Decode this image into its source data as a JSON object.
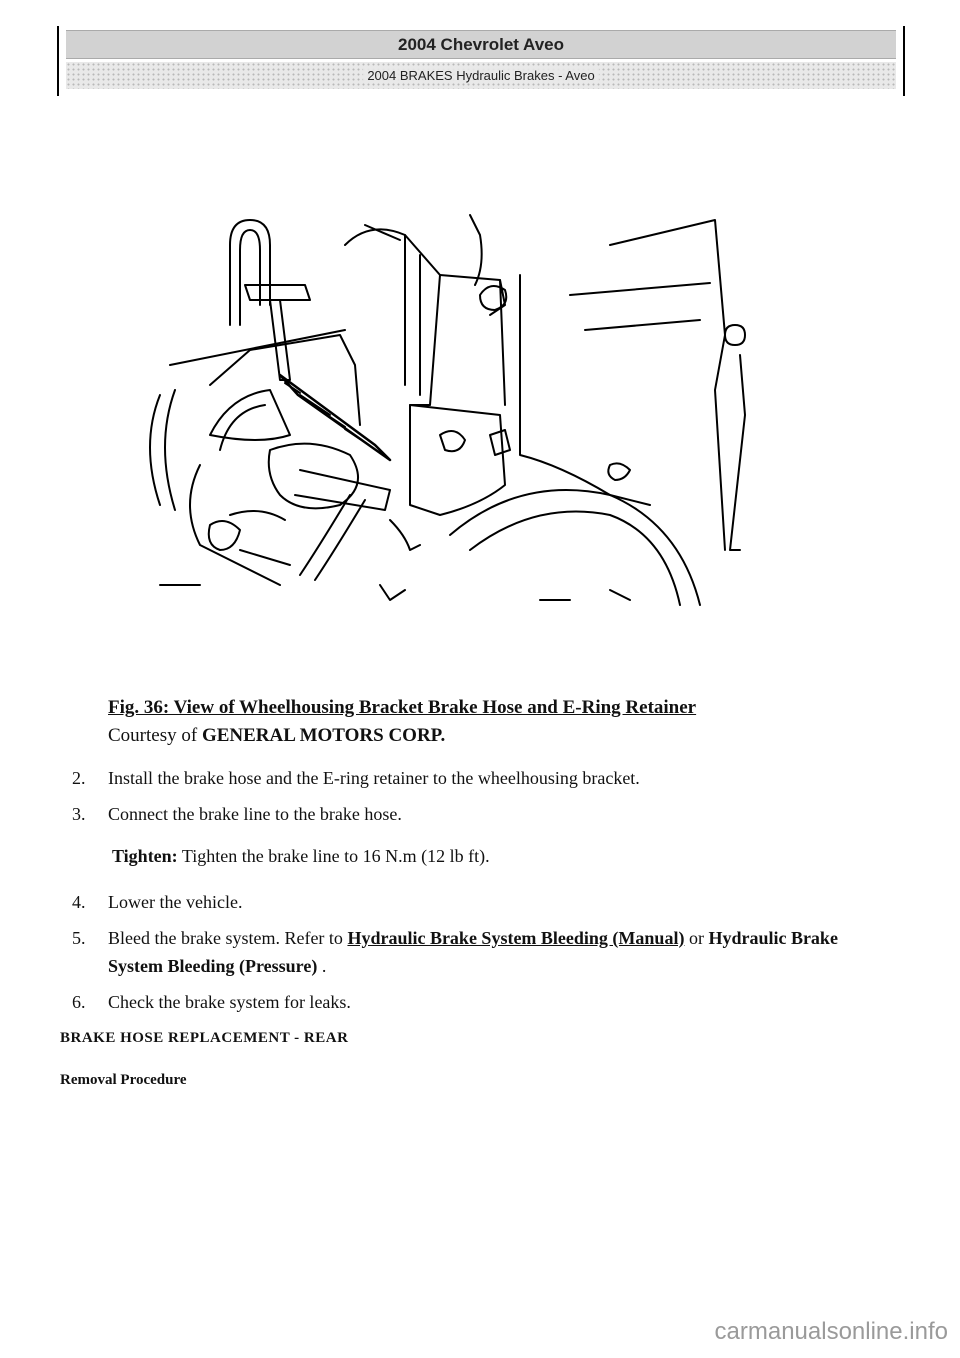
{
  "header": {
    "title": "2004 Chevrolet Aveo",
    "subtitle": "2004 BRAKES Hydraulic Brakes - Aveo"
  },
  "figure": {
    "caption": "Fig. 36: View of Wheelhousing Bracket Brake Hose and E-Ring Retainer",
    "courtesy_prefix": "Courtesy of ",
    "courtesy_org": "GENERAL MOTORS CORP."
  },
  "steps": [
    {
      "num": "2.",
      "text": "Install the brake hose and the E-ring retainer to the wheelhousing bracket."
    },
    {
      "num": "3.",
      "text": "Connect the brake line to the brake hose."
    },
    {
      "num": "4.",
      "text": "Lower the vehicle."
    },
    {
      "num": "5.",
      "text_before": "Bleed the brake system. Refer to ",
      "link": "Hydraulic Brake System Bleeding (Manual)",
      "text_mid": " or ",
      "ref": "Hydraulic Brake System Bleeding (Pressure)",
      "text_after": " ."
    },
    {
      "num": "6.",
      "text": "Check the brake system for leaks."
    }
  ],
  "tighten": {
    "label": "Tighten:",
    "text": " Tighten the brake line to 16 N.m (12 lb ft)."
  },
  "section": {
    "title": "BRAKE HOSE REPLACEMENT - REAR",
    "subtitle": "Removal Procedure"
  },
  "watermark": "carmanualsonline.info"
}
